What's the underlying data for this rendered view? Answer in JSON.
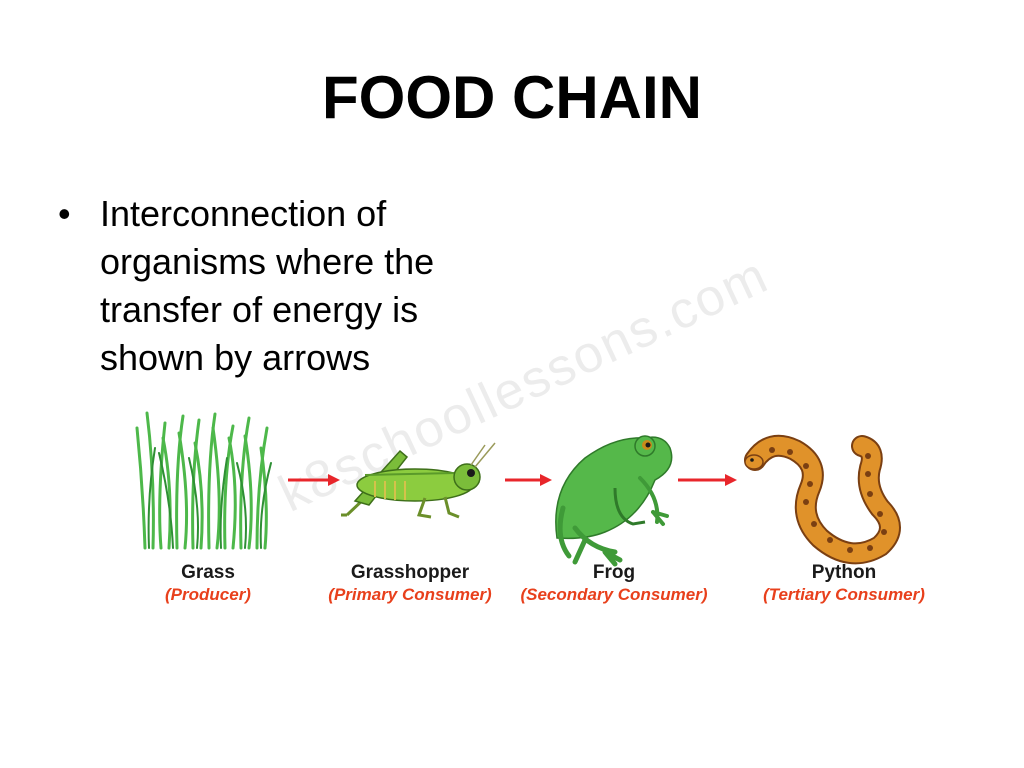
{
  "slide": {
    "title": "FOOD CHAIN",
    "bullet_mark": "•",
    "bullet_lines": [
      "Interconnection of",
      "organisms where the",
      "transfer of energy is",
      "shown by arrows"
    ]
  },
  "diagram": {
    "watermark": "k8schoollessons.com",
    "arrow_color": "#e8262b",
    "role_color": "#e8401c",
    "organisms": [
      {
        "name": "Grass",
        "role": "(Producer)",
        "icon": "grass-icon"
      },
      {
        "name": "Grasshopper",
        "role": "(Primary Consumer)",
        "icon": "grasshopper-icon"
      },
      {
        "name": "Frog",
        "role": "(Secondary Consumer)",
        "icon": "frog-icon"
      },
      {
        "name": "Python",
        "role": "(Tertiary Consumer)",
        "icon": "python-icon"
      }
    ]
  }
}
